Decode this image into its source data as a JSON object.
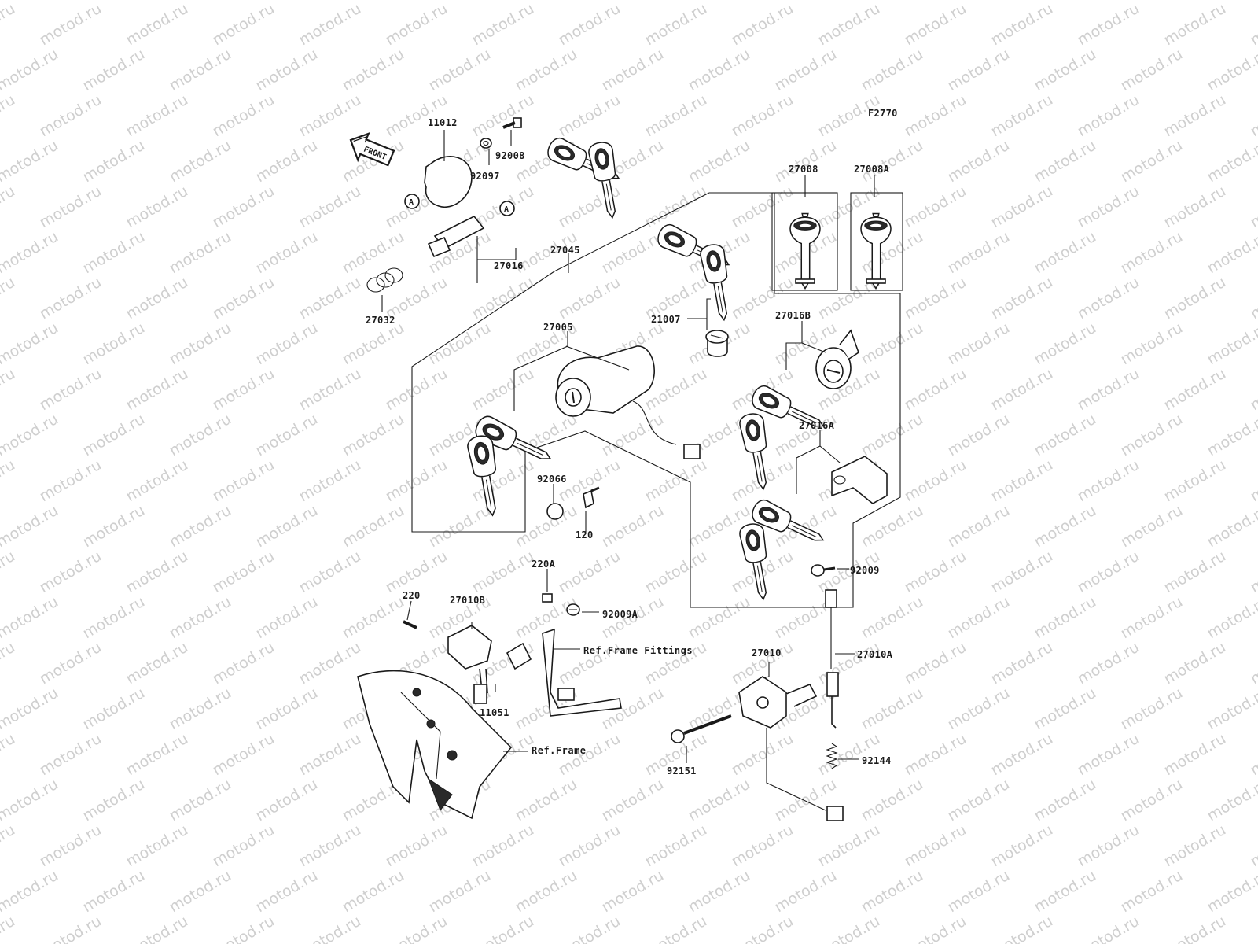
{
  "diagram": {
    "figure_code": "F2770",
    "watermark": "motod.ru",
    "front_arrow": "FRONT",
    "circle_marker": "A",
    "parts": [
      {
        "id": "p11012",
        "num": "11012"
      },
      {
        "id": "p92008",
        "num": "92008"
      },
      {
        "id": "p92097",
        "num": "92097"
      },
      {
        "id": "p27016",
        "num": "27016"
      },
      {
        "id": "p27045",
        "num": "27045"
      },
      {
        "id": "p27032",
        "num": "27032"
      },
      {
        "id": "p27008",
        "num": "27008"
      },
      {
        "id": "p27008A",
        "num": "27008A"
      },
      {
        "id": "p21007",
        "num": "21007"
      },
      {
        "id": "p27005",
        "num": "27005"
      },
      {
        "id": "p27016B",
        "num": "27016B"
      },
      {
        "id": "p27016A",
        "num": "27016A"
      },
      {
        "id": "p92066",
        "num": "92066"
      },
      {
        "id": "p120",
        "num": "120"
      },
      {
        "id": "p92009",
        "num": "92009"
      },
      {
        "id": "p220A",
        "num": "220A"
      },
      {
        "id": "p220",
        "num": "220"
      },
      {
        "id": "p27010B",
        "num": "27010B"
      },
      {
        "id": "p92009A",
        "num": "92009A"
      },
      {
        "id": "pRefFrameFittings",
        "num": "Ref.Frame Fittings"
      },
      {
        "id": "p27010",
        "num": "27010"
      },
      {
        "id": "p27010A",
        "num": "27010A"
      },
      {
        "id": "p11051",
        "num": "11051"
      },
      {
        "id": "pRefFrame",
        "num": "Ref.Frame"
      },
      {
        "id": "p92151",
        "num": "92151"
      },
      {
        "id": "p92144",
        "num": "92144"
      }
    ]
  }
}
